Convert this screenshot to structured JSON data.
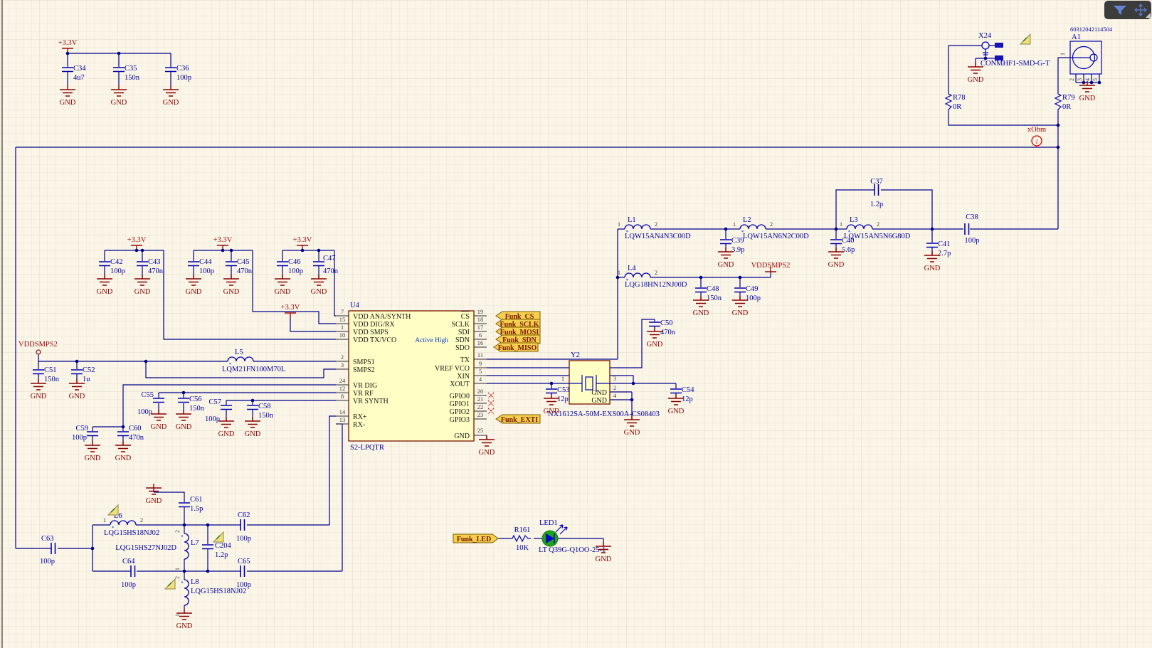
{
  "nets": {
    "v33": "+3.3V",
    "gnd": "GND",
    "vddsmps2": "VDDSMPS2",
    "xohm": "xOhm",
    "probe_i": "i"
  },
  "pins12": {
    "a": "1",
    "b": "2"
  },
  "toolbar": {
    "filter_icon": "funnel",
    "move_icon": "crosshair"
  },
  "u4": {
    "ref": "U4",
    "part": "S2-LPQTR",
    "active_high": "Active High",
    "left_pins": [
      {
        "num": "7",
        "name": "VDD ANA/SYNTH"
      },
      {
        "num": "15",
        "name": "VDD DIG/RX"
      },
      {
        "num": "1",
        "name": "VDD SMPS"
      },
      {
        "num": "10",
        "name": "VDD TX/VCO"
      },
      {
        "num": "2",
        "name": "SMPS1"
      },
      {
        "num": "3",
        "name": "SMPS2"
      },
      {
        "num": "24",
        "name": "VR DIG"
      },
      {
        "num": "12",
        "name": "VR RF"
      },
      {
        "num": "8",
        "name": "VR SYNTH"
      },
      {
        "num": "14",
        "name": "RX+"
      },
      {
        "num": "13",
        "name": "RX-"
      }
    ],
    "right_pins": [
      {
        "num": "19",
        "name": "CS"
      },
      {
        "num": "18",
        "name": "SCLK"
      },
      {
        "num": "17",
        "name": "SDI"
      },
      {
        "num": "6",
        "name": "SDN"
      },
      {
        "num": "16",
        "name": "SDO"
      },
      {
        "num": "11",
        "name": "TX"
      },
      {
        "num": "9",
        "name": "VREF VCO"
      },
      {
        "num": "5",
        "name": "XIN"
      },
      {
        "num": "4",
        "name": "XOUT"
      },
      {
        "num": "20",
        "name": "GPIO0"
      },
      {
        "num": "21",
        "name": "GPIO1"
      },
      {
        "num": "22",
        "name": "GPIO2"
      },
      {
        "num": "23",
        "name": "GPIO3"
      },
      {
        "num": "25",
        "name": "GND"
      }
    ]
  },
  "ports": {
    "cs": "Funk_CS",
    "sclk": "Funk_SCLK",
    "mosi": "Funk_MOSI",
    "sdn": "Funk_SDN",
    "miso": "Funk_MISO",
    "exti": "Funk_EXTI",
    "led": "Funk_LED"
  },
  "caps": {
    "C34": {
      "r": "C34",
      "v": "4u7"
    },
    "C35": {
      "r": "C35",
      "v": "150n"
    },
    "C36": {
      "r": "C36",
      "v": "100p"
    },
    "C37": {
      "r": "C37",
      "v": "1.2p"
    },
    "C38": {
      "r": "C38",
      "v": "100p"
    },
    "C39": {
      "r": "C39",
      "v": "3.9p"
    },
    "C40": {
      "r": "C40",
      "v": "5.6p"
    },
    "C41": {
      "r": "C41",
      "v": "2.7p"
    },
    "C42": {
      "r": "C42",
      "v": "100p"
    },
    "C43": {
      "r": "C43",
      "v": "470n"
    },
    "C44": {
      "r": "C44",
      "v": "100p"
    },
    "C45": {
      "r": "C45",
      "v": "470n"
    },
    "C46": {
      "r": "C46",
      "v": "100p"
    },
    "C47": {
      "r": "C47",
      "v": "470n"
    },
    "C48": {
      "r": "C48",
      "v": "150n"
    },
    "C49": {
      "r": "C49",
      "v": "100p"
    },
    "C50": {
      "r": "C50",
      "v": "470n"
    },
    "C51": {
      "r": "C51",
      "v": "150n"
    },
    "C52": {
      "r": "C52",
      "v": "1u"
    },
    "C53": {
      "r": "C53",
      "v": "12p"
    },
    "C54": {
      "r": "C54",
      "v": "12p"
    },
    "C55": {
      "r": "C55",
      "v": "100p"
    },
    "C56": {
      "r": "C56",
      "v": "150n"
    },
    "C57": {
      "r": "C57",
      "v": "100p"
    },
    "C58": {
      "r": "C58",
      "v": "150n"
    },
    "C59": {
      "r": "C59",
      "v": "100p"
    },
    "C60": {
      "r": "C60",
      "v": "470n"
    },
    "C61": {
      "r": "C61",
      "v": "1.5p"
    },
    "C62": {
      "r": "C62",
      "v": "100p"
    },
    "C63": {
      "r": "C63",
      "v": "100p"
    },
    "C64": {
      "r": "C64",
      "v": "100p"
    },
    "C65": {
      "r": "C65",
      "v": "100p"
    },
    "C204": {
      "r": "C204",
      "v": "1.2p"
    }
  },
  "inds": {
    "L1": {
      "r": "L1",
      "v": "LQW15AN4N3C00D"
    },
    "L2": {
      "r": "L2",
      "v": "LQW15AN6N2C00D"
    },
    "L3": {
      "r": "L3",
      "v": "LQW15AN5N6G80D"
    },
    "L4": {
      "r": "L4",
      "v": "LQG18HN12NJ00D"
    },
    "L5": {
      "r": "L5",
      "v": "LQM21FN100M70L"
    },
    "L6": {
      "r": "L6",
      "v": "LQG15HS18NJ02"
    },
    "L7": {
      "r": "L7",
      "v": "LQG15HS27NJ02D"
    },
    "L8": {
      "r": "L8",
      "v": "LQG15HS18NJ02"
    }
  },
  "res": {
    "R78": {
      "r": "R78",
      "v": "0R"
    },
    "R79": {
      "r": "R79",
      "v": "0R"
    },
    "R161": {
      "r": "R161",
      "v": "10K"
    }
  },
  "y2": {
    "ref": "Y2",
    "part": "NX1612SA-50M-EXS00A-CS08403",
    "p1": "1",
    "p2": "2",
    "p3": "3",
    "p4": "4",
    "g": "GND"
  },
  "x24": {
    "ref": "X24",
    "part": "CONMHF1-SMD-G-T"
  },
  "a1": {
    "ref": "A1",
    "sn": "60312042114504",
    "p1": "1",
    "p2": "2",
    "p3": "3",
    "p4": "4",
    "p5": "5"
  },
  "led": {
    "ref": "LED1",
    "part": "LT Q39G-Q1OO-25-1"
  }
}
